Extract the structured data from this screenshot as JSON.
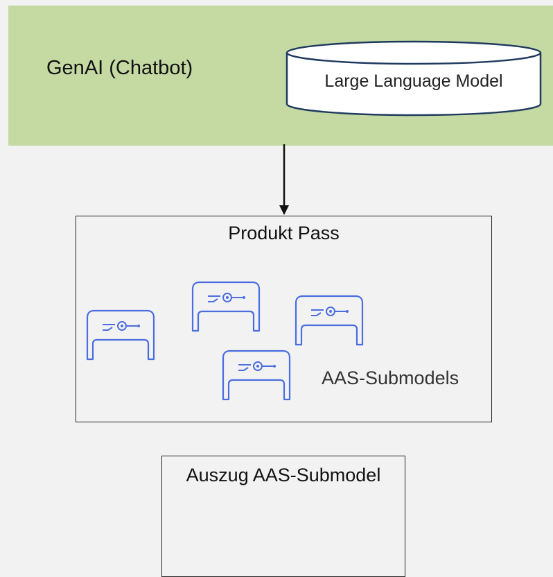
{
  "genai": {
    "title": "GenAI (Chatbot)",
    "model_label": "Large Language Model",
    "background_color": "#c5d9a3"
  },
  "product_pass": {
    "title": "Produkt Pass",
    "submodels_label": "AAS-Submodels",
    "submodel_icon_name": "aas-submodel-icon",
    "icon_color": "#4a6ee0"
  },
  "excerpt": {
    "title": "Auszug AAS-Submodel"
  },
  "connector": {
    "from": "GenAI (Chatbot)",
    "to": "Produkt Pass"
  }
}
